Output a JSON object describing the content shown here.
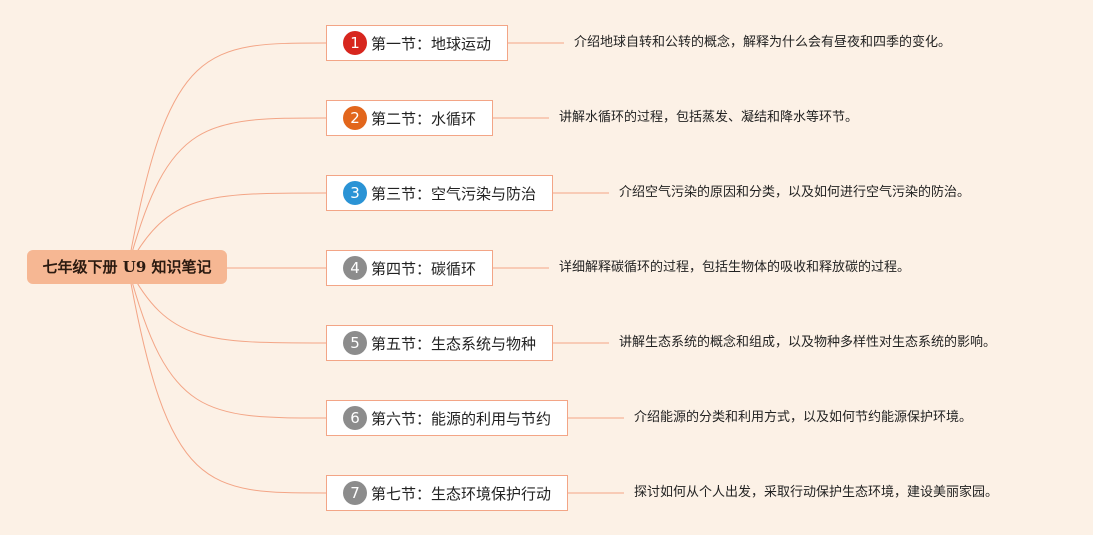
{
  "root": {
    "label": "七年级下册 U9 知识笔记"
  },
  "colors": {
    "background": "#fcf1e6",
    "line": "#f3a586",
    "root_fill": "#f6b793"
  },
  "sections": [
    {
      "number": "1",
      "title": "第一节：地球运动",
      "description": "介绍地球自转和公转的概念，解释为什么会有昼夜和四季的变化。",
      "badge_color": "#d7261e"
    },
    {
      "number": "2",
      "title": "第二节：水循环",
      "description": "讲解水循环的过程，包括蒸发、凝结和降水等环节。",
      "badge_color": "#e2661c"
    },
    {
      "number": "3",
      "title": "第三节：空气污染与防治",
      "description": "介绍空气污染的原因和分类，以及如何进行空气污染的防治。",
      "badge_color": "#2a93d5"
    },
    {
      "number": "4",
      "title": "第四节：碳循环",
      "description": "详细解释碳循环的过程，包括生物体的吸收和释放碳的过程。",
      "badge_color": "#8c8c8c"
    },
    {
      "number": "5",
      "title": "第五节：生态系统与物种",
      "description": "讲解生态系统的概念和组成，以及物种多样性对生态系统的影响。",
      "badge_color": "#8c8c8c"
    },
    {
      "number": "6",
      "title": "第六节：能源的利用与节约",
      "description": "介绍能源的分类和利用方式，以及如何节约能源保护环境。",
      "badge_color": "#8c8c8c"
    },
    {
      "number": "7",
      "title": "第七节：生态环境保护行动",
      "description": "探讨如何从个人出发，采取行动保护生态环境，建设美丽家园。",
      "badge_color": "#8c8c8c"
    }
  ]
}
